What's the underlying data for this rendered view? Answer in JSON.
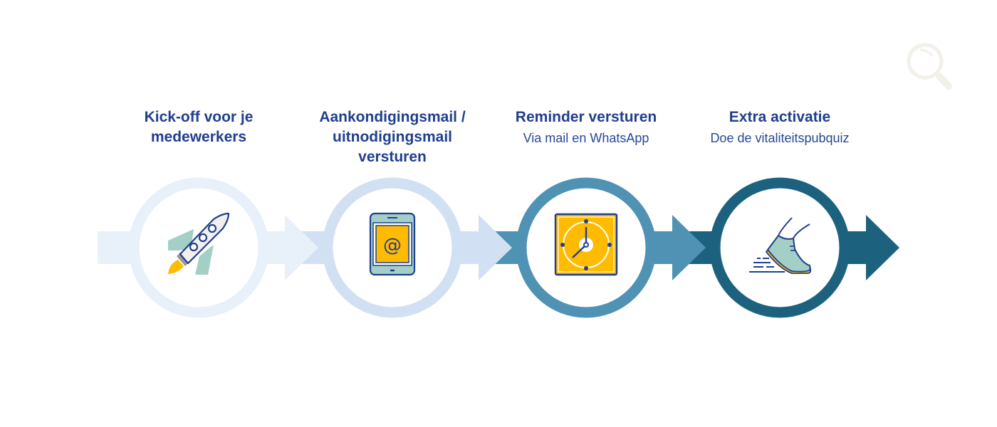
{
  "colors": {
    "step1": "#e8f0f9",
    "step2": "#d1e1f3",
    "step3": "#4f92b3",
    "step4": "#1c627e",
    "text": "#1f3f8f",
    "icon_outline": "#1f3f8f",
    "icon_yellow": "#ffbb00",
    "icon_mint": "#a3cfc6",
    "search_deco": "#f3f0e9"
  },
  "steps": [
    {
      "title": "Kick-off voor je medewerkers",
      "subtitle": "",
      "icon": "rocket-icon"
    },
    {
      "title": "Aankondigingsmail / uitnodigingsmail versturen",
      "subtitle": "",
      "icon": "tablet-email-icon"
    },
    {
      "title": "Reminder versturen",
      "subtitle": "Via mail en WhatsApp",
      "icon": "clock-icon"
    },
    {
      "title": "Extra activatie",
      "subtitle": "Doe de vitaliteitspubquiz",
      "icon": "running-shoe-icon"
    }
  ],
  "decoration": {
    "icon": "magnifying-glass-icon"
  }
}
